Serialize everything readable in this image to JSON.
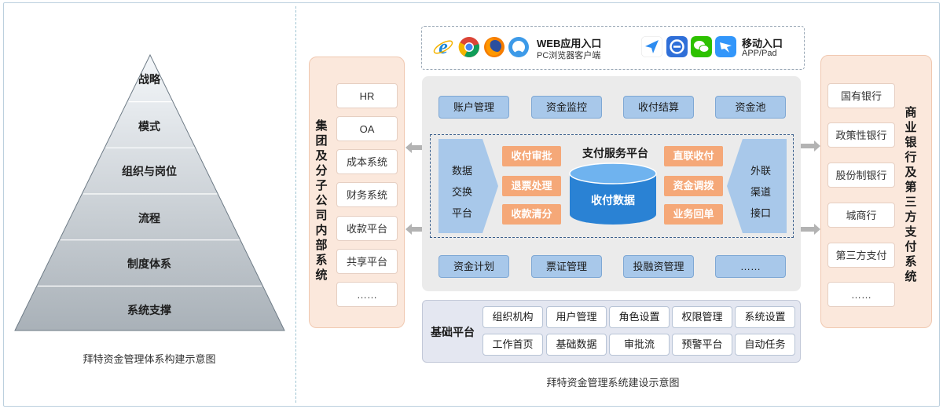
{
  "pyramid": {
    "levels": [
      "战略",
      "模式",
      "组织与岗位",
      "流程",
      "制度体系",
      "系统支撑"
    ],
    "caption": "拜特资金管理体系构建示意图"
  },
  "channels": {
    "web": {
      "title": "WEB应用入口",
      "subtitle": "PC浏览器客户端"
    },
    "mobile": {
      "title": "移动入口",
      "subtitle": "APP/Pad"
    }
  },
  "left_panel": {
    "title": "集团及分子公司内部系统",
    "items": [
      "HR",
      "OA",
      "成本系统",
      "财务系统",
      "收款平台",
      "共享平台",
      "……"
    ]
  },
  "right_panel": {
    "title": "商业银行及第三方支付系统",
    "items": [
      "国有银行",
      "政策性银行",
      "股份制银行",
      "城商行",
      "第三方支付",
      "……"
    ]
  },
  "core": {
    "top_modules": [
      "账户管理",
      "资金监控",
      "收付结算",
      "资金池"
    ],
    "bottom_modules": [
      "资金计划",
      "票证管理",
      "投融资管理",
      "……"
    ],
    "payment_platform": {
      "title": "支付服务平台",
      "data_exchange": [
        "数据",
        "交换",
        "平台"
      ],
      "external_channel": [
        "外联",
        "渠道",
        "接口"
      ],
      "left_functions": [
        "收付审批",
        "退票处理",
        "收款清分"
      ],
      "right_functions": [
        "直联收付",
        "资金调拨",
        "业务回单"
      ],
      "database": "收付数据"
    }
  },
  "base_platform": {
    "title": "基础平台",
    "row1": [
      "组织机构",
      "用户管理",
      "角色设置",
      "权限管理",
      "系统设置"
    ],
    "row2": [
      "工作首页",
      "基础数据",
      "审批流",
      "预警平台",
      "自动任务"
    ]
  },
  "caption_right": "拜特资金管理系统建设示意图",
  "colors": {
    "blue_module": "#a8c8ea",
    "orange_function": "#f5a878",
    "database": "#2a82d4",
    "side_panel": "#fbe8dc",
    "core_panel": "#ebebeb",
    "base_panel": "#e4e7f1",
    "pyramid_top": "#eef3f8",
    "pyramid_bottom": "#aeb6bd"
  }
}
